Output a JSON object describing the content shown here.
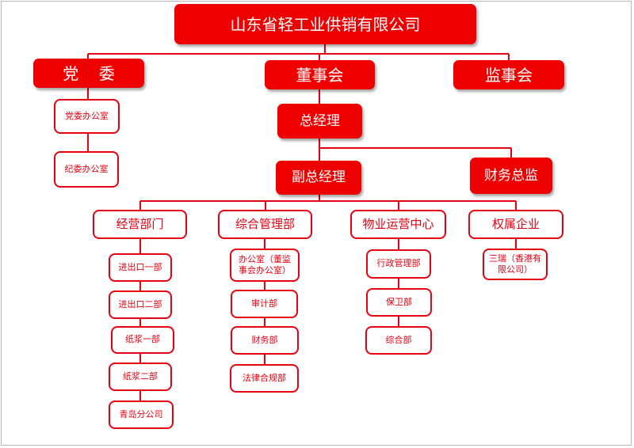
{
  "org": {
    "company": "山东省轻工业供销有限公司",
    "party_committee": "党    委",
    "board": "董事会",
    "supervisory_board": "监事会",
    "general_manager": "总经理",
    "deputy_gm": "副总经理",
    "cfo": "财务总监",
    "party_units": [
      "党委办公室",
      "纪委办公室"
    ],
    "departments": [
      {
        "name": "经营部门",
        "units": [
          "进出口一部",
          "进出口二部",
          "纸浆一部",
          "纸浆二部",
          "青岛分公司"
        ]
      },
      {
        "name": "综合管理部",
        "units": [
          "办公室（董监事会办公室）",
          "审计部",
          "财务部",
          "法律合规部"
        ]
      },
      {
        "name": "物业运营中心",
        "units": [
          "行政管理部",
          "保卫部",
          "综合部"
        ]
      },
      {
        "name": "权属企业",
        "units": [
          "三瑞（香港有限公司）"
        ]
      }
    ]
  },
  "colors": {
    "primary": "#ef0000",
    "outline": "#e60012",
    "line": "#e60012"
  }
}
